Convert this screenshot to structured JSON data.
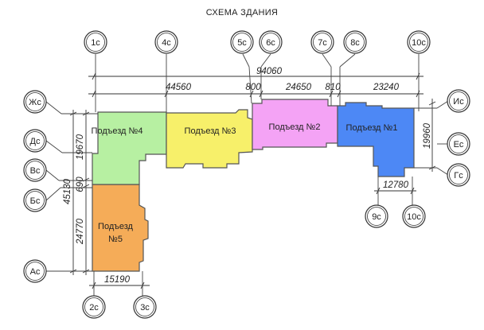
{
  "title": "СХЕМА ЗДАНИЯ",
  "colors": {
    "section1": "#4d88f5",
    "section2": "#f4a3f5",
    "section3": "#f7f06a",
    "section4": "#b7f0a2",
    "section5": "#f5ac58"
  },
  "sections": [
    {
      "id": "s1",
      "label": "Подъезд №1"
    },
    {
      "id": "s2",
      "label": "Подъезд №2"
    },
    {
      "id": "s3",
      "label": "Подъезд №3"
    },
    {
      "id": "s4",
      "label": "Подъезд №4"
    },
    {
      "id": "s5",
      "label_line1": "Подъезд",
      "label_line2": "№5"
    }
  ],
  "axes_top": [
    "1с",
    "4с",
    "5с",
    "6с",
    "7с",
    "8с",
    "10с"
  ],
  "axes_bottom": [
    "2с",
    "3с",
    "9с",
    "10с"
  ],
  "axes_left": [
    "Жс",
    "Дс",
    "Вс",
    "Бс",
    "Ас"
  ],
  "axes_right": [
    "Ис",
    "Ес",
    "Гс"
  ],
  "dimensions": {
    "overall": "94060",
    "d1": "44560",
    "d2": "800",
    "d3": "24650",
    "d4": "810",
    "d5": "23240",
    "left_total": "45130",
    "left_a": "19670",
    "left_b": "690",
    "left_c": "24770",
    "right": "19960",
    "bottom_s1": "12780",
    "bottom_s5": "15190"
  }
}
